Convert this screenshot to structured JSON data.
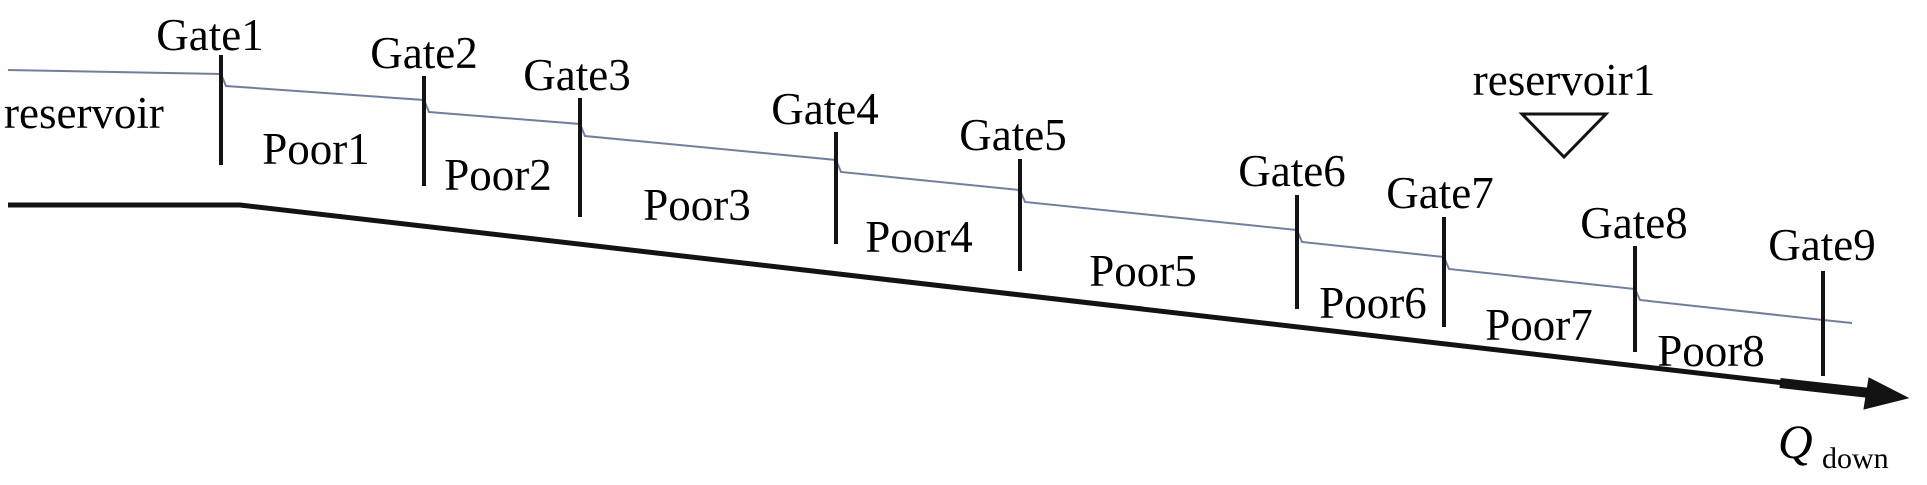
{
  "reservoir_label": "reservoir",
  "reservoir1_label": "reservoir1",
  "gates": [
    "Gate1",
    "Gate2",
    "Gate3",
    "Gate4",
    "Gate5",
    "Gate6",
    "Gate7",
    "Gate8",
    "Gate9"
  ],
  "pools": [
    "Poor1",
    "Poor2",
    "Poor3",
    "Poor4",
    "Poor5",
    "Poor6",
    "Poor7",
    "Poor8"
  ],
  "flow_label": {
    "symbol": "Q",
    "subscript": "down"
  },
  "colors": {
    "water_line": "#6f7fa3",
    "bed_line": "#131313",
    "gate_line": "#131313",
    "text": "#000000"
  }
}
